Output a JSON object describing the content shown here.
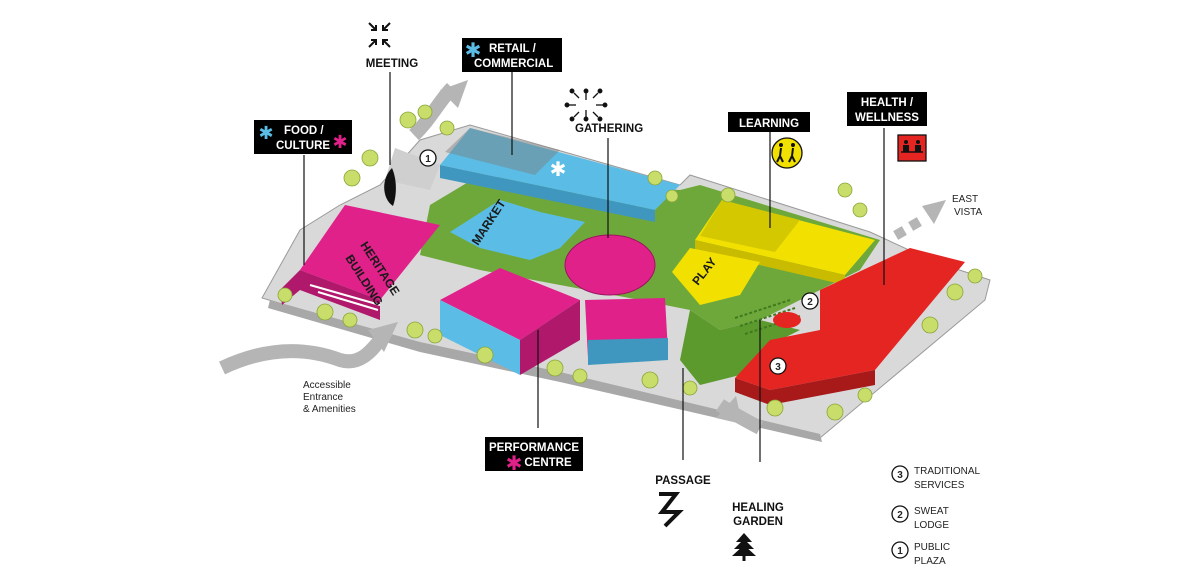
{
  "labels": {
    "meeting": "MEETING",
    "retail_1": "RETAIL /",
    "retail_2": "COMMERCIAL",
    "gathering": "GATHERING",
    "learning": "LEARNING",
    "health_1": "HEALTH /",
    "health_2": "WELLNESS",
    "food_1": "FOOD /",
    "food_2": "CULTURE",
    "east_1": "EAST",
    "east_2": "VISTA",
    "accessible_1": "Accessible",
    "accessible_2": "Entrance",
    "accessible_3": "& Amenities",
    "performance_1": "PERFORMANCE",
    "performance_2": "CENTRE",
    "passage": "PASSAGE",
    "healing_1": "HEALING",
    "healing_2": "GARDEN"
  },
  "building_labels": {
    "heritage_1": "HERITAGE",
    "heritage_2": "BUILDING",
    "market": "MARKET",
    "play": "PLAY"
  },
  "legend": [
    {
      "num": "3",
      "line1": "TRADITIONAL",
      "line2": "SERVICES"
    },
    {
      "num": "2",
      "line1": "SWEAT",
      "line2": "LODGE"
    },
    {
      "num": "1",
      "line1": "PUBLIC",
      "line2": "PLAZA"
    }
  ],
  "markers": {
    "one": "1",
    "two": "2",
    "three": "3"
  },
  "colors": {
    "magenta": "#e0218a",
    "blue": "#5bbde6",
    "yellow": "#f2e100",
    "red": "#e52521",
    "green": "#6fa83a",
    "arrow_grey": "#b5b5b5"
  },
  "icons": [
    "meeting-arrows-icon",
    "gathering-burst-icon",
    "people-walking-icon",
    "wellness-bench-icon",
    "asterisk-icon",
    "passage-zigzag-icon",
    "pine-tree-icon"
  ]
}
